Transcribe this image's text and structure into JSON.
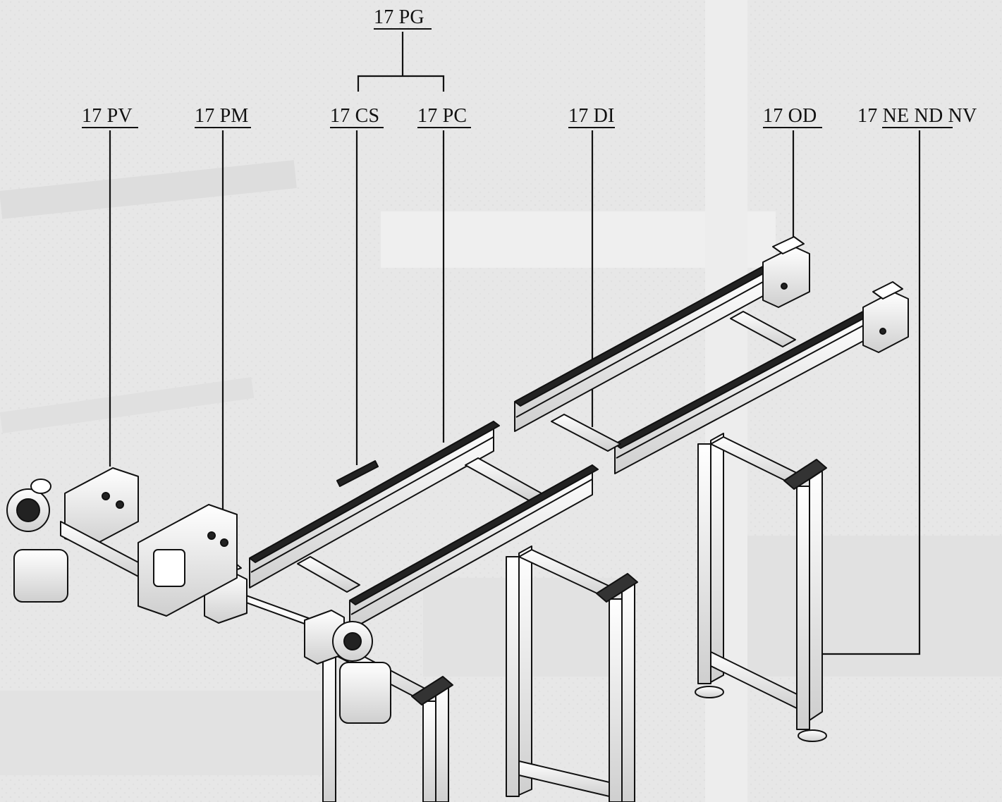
{
  "labels": {
    "pg": "17 PG",
    "pv": "17 PV",
    "pm": "17 PM",
    "cs": "17 CS",
    "pc": "17 PC",
    "di": "17 DI",
    "od": "17 OD",
    "ne_nd_nv": "17 NE ND NV"
  },
  "colors": {
    "background": "#e9e9e9",
    "ink": "#111111",
    "metal": "#f2f2f2",
    "shadow": "#cfcfcf"
  }
}
